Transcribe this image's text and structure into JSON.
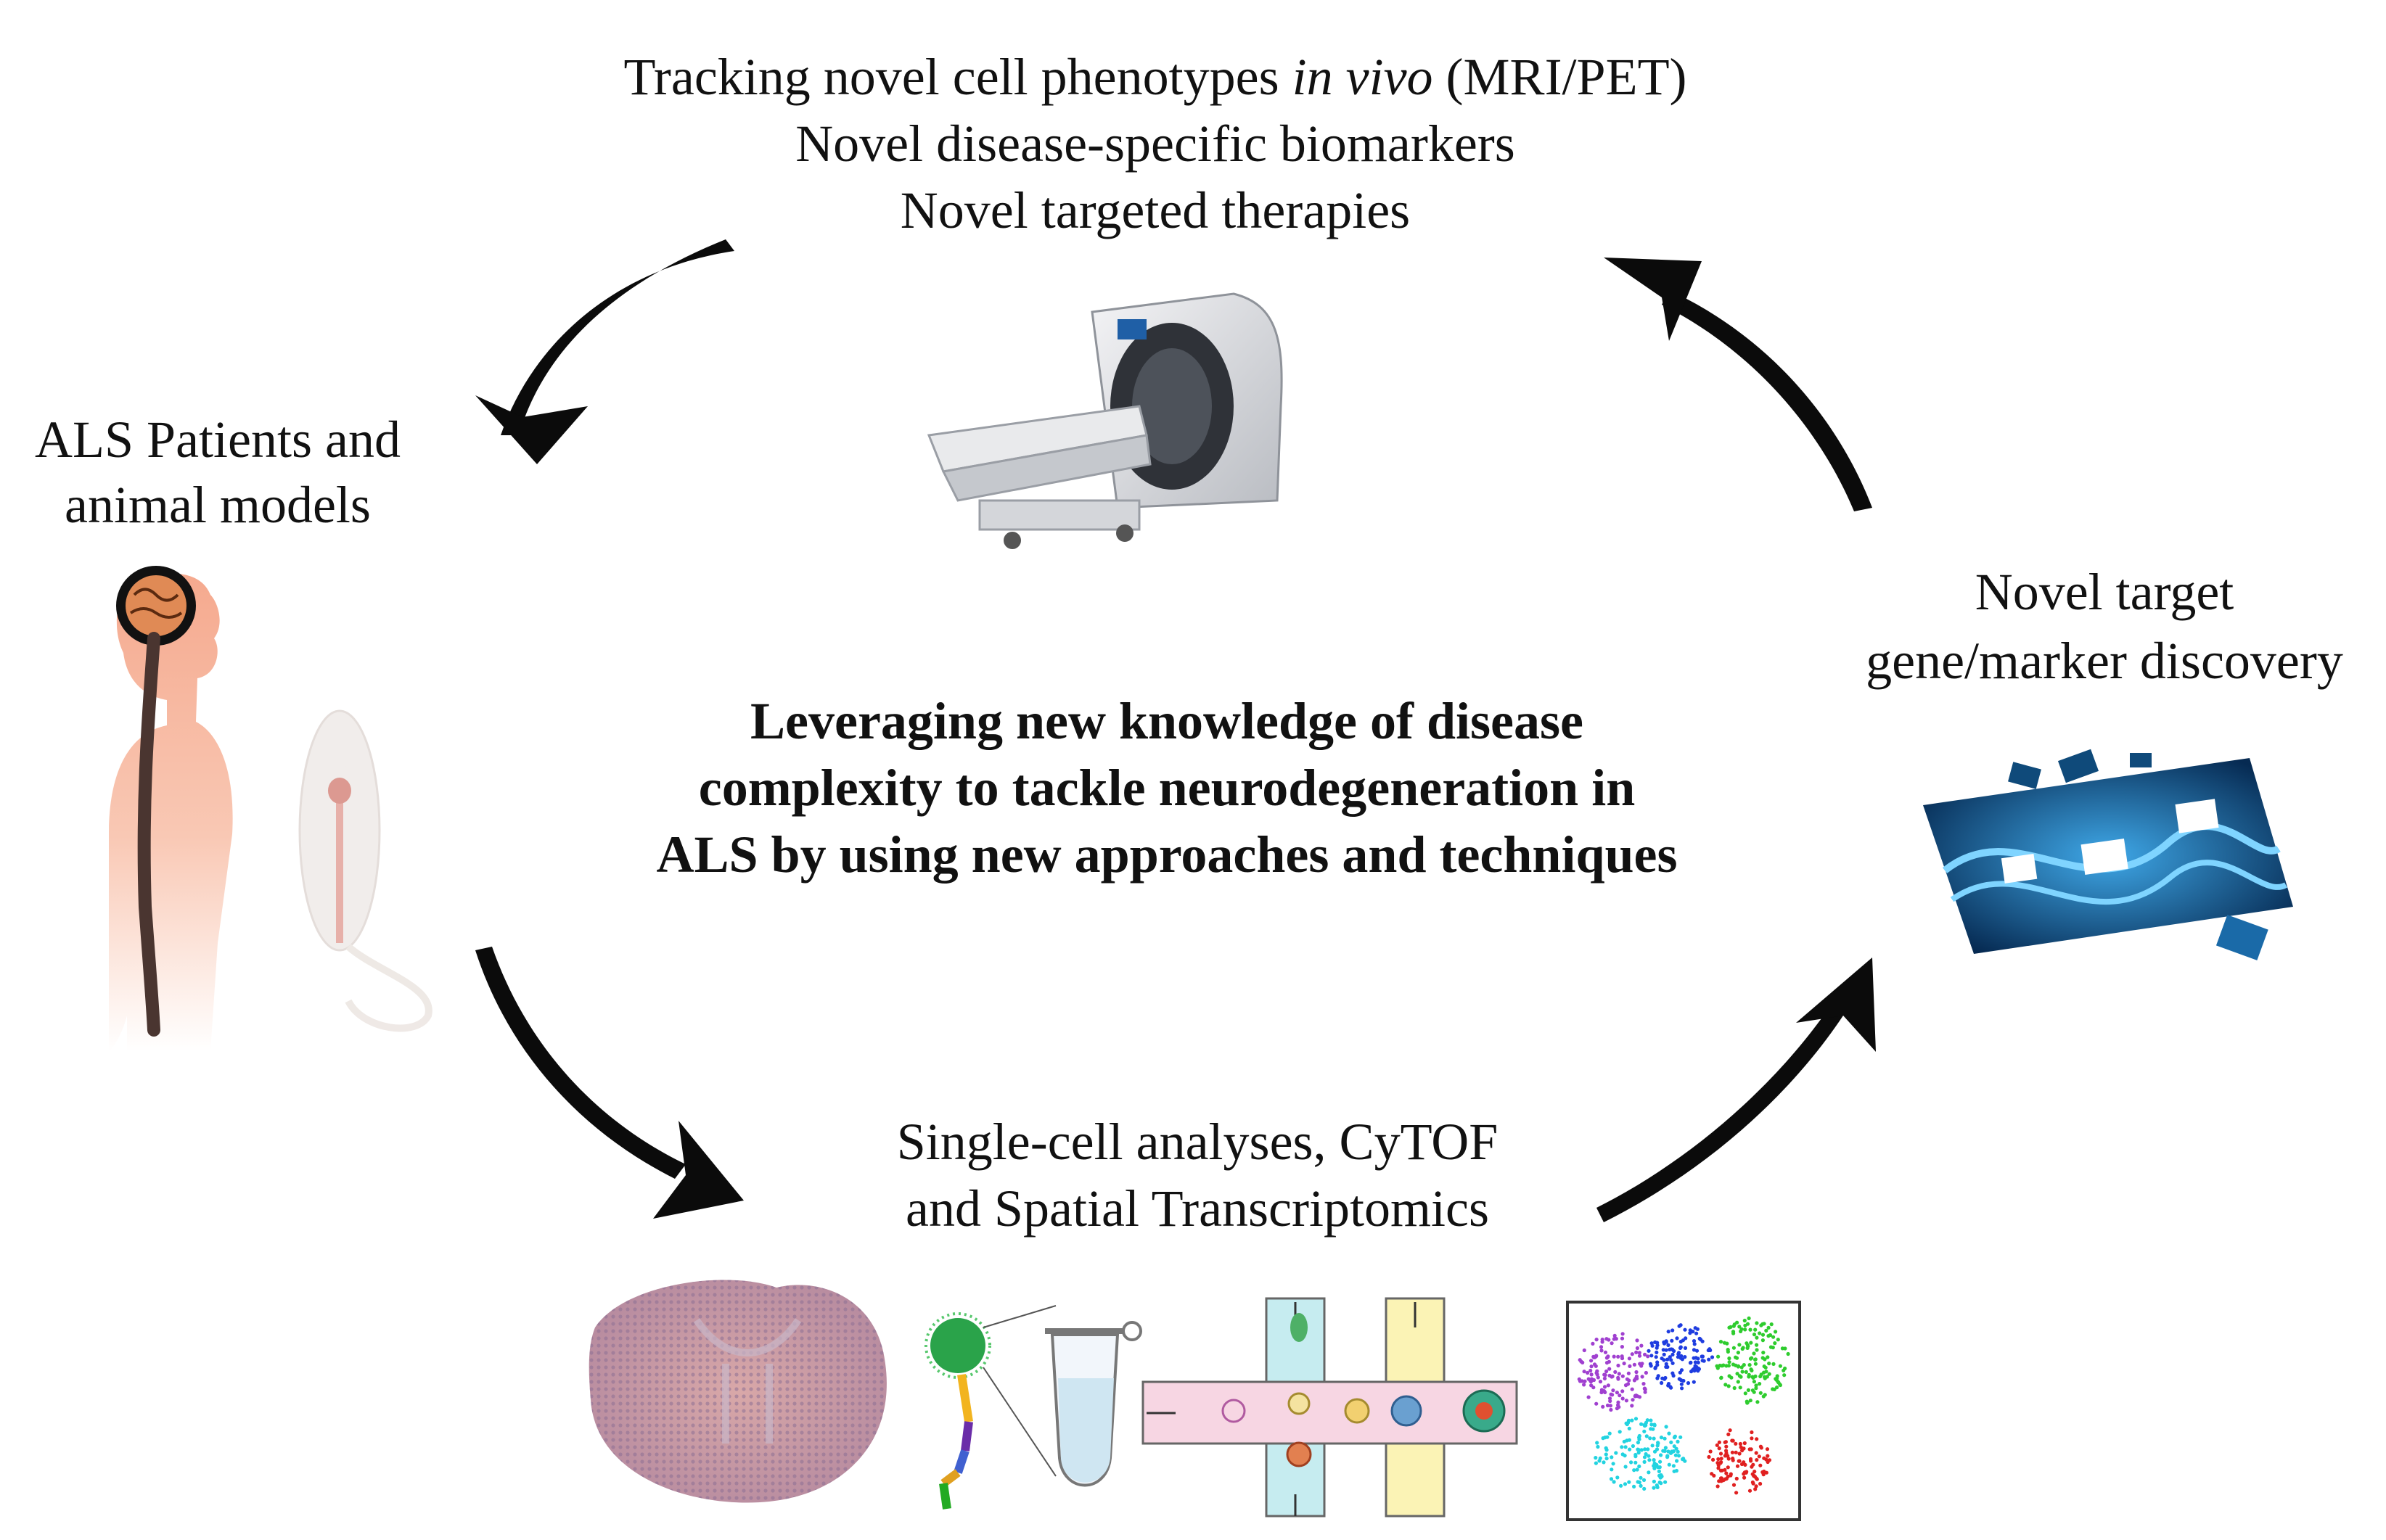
{
  "top_labels": {
    "line1_pre": "Tracking novel cell phenotypes ",
    "line1_italic": "in vivo",
    "line1_post": " (MRI/PET)",
    "line2": "Novel disease-specific biomarkers",
    "line3": "Novel targeted therapies"
  },
  "left_labels": {
    "line1": "ALS Patients and",
    "line2": "animal models"
  },
  "right_labels": {
    "line1": "Novel target",
    "line2": "gene/marker discovery"
  },
  "bottom_labels": {
    "line1": "Single-cell analyses, CyTOF",
    "line2": "and Spatial Transcriptomics"
  },
  "center_text": {
    "line1": "Leveraging  new  knowledge of disease",
    "line2": "complexity to tackle neurodegeneration in",
    "line3": "ALS by using new approaches and techniques"
  },
  "colors": {
    "arrow": "#0b0b0b",
    "body_skin": "#f7b7a0",
    "brain": "#d98a5a",
    "dna_blue": "#1a6aa8",
    "cluster_purple": "#a040d0",
    "cluster_blue": "#1e3ce0",
    "cluster_green": "#2ecc2e",
    "cluster_cyan": "#22d3e0",
    "cluster_red": "#e02020"
  }
}
